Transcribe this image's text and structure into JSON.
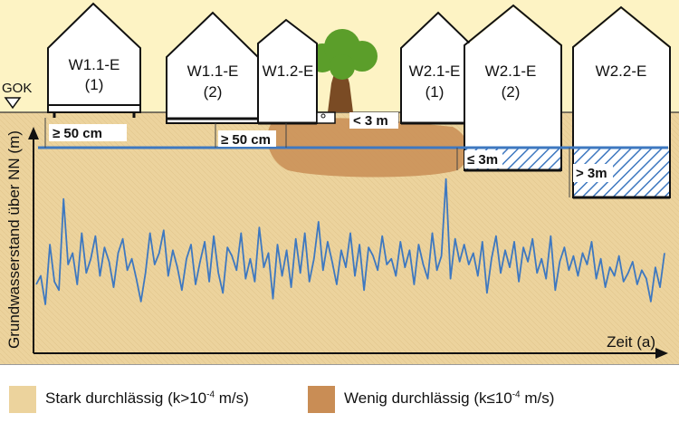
{
  "labels": {
    "gok": "GOK",
    "y_axis": "Grundwasserstand über NN (m)",
    "x_axis": "Zeit (a)"
  },
  "buildings": [
    {
      "line1": "W1.1-E",
      "line2": "(1)"
    },
    {
      "line1": "W1.1-E",
      "line2": "(2)"
    },
    {
      "line1": "W1.2-E",
      "line2": ""
    },
    {
      "line1": "W2.1-E",
      "line2": "(1)"
    },
    {
      "line1": "W2.1-E",
      "line2": "(2)"
    },
    {
      "line1": "W2.2-E",
      "line2": ""
    }
  ],
  "dimensions": {
    "d1": "≥ 50 cm",
    "d2": "≥ 50 cm",
    "d3": "< 3 m",
    "d4": "≤ 3m",
    "d5": "> 3m"
  },
  "legend": {
    "high": {
      "text": "Stark durchlässig (k>10",
      "exp": "-4",
      "unit": " m/s)"
    },
    "low": {
      "text": "Wenig durchlässig (k≤10",
      "exp": "-4",
      "unit": " m/s)"
    }
  },
  "colors": {
    "sky": "#fdf3c4",
    "sand": "#ecd39d",
    "clay": "#c98d55",
    "water_line": "#3e78c0",
    "groundwater_series": "#3e78c0"
  },
  "chart_data": {
    "type": "line",
    "series": [
      {
        "values": [
          2.1,
          2.4,
          1.4,
          3.5,
          2.2,
          1.9,
          5.1,
          2.8,
          3.2,
          2.1,
          3.9,
          2.5,
          3.0,
          3.8,
          2.4,
          3.4,
          2.9,
          2.0,
          3.2,
          3.7,
          2.6,
          3.0,
          2.3,
          1.5,
          2.5,
          3.9,
          2.8,
          3.2,
          4.0,
          2.4,
          3.3,
          2.7,
          1.9,
          3.0,
          3.5,
          2.1,
          2.9,
          3.6,
          2.2,
          3.8,
          2.5,
          1.8,
          3.4,
          3.1,
          2.6,
          3.9,
          2.3,
          3.0,
          2.2,
          4.1,
          2.7,
          3.2,
          1.6,
          3.5,
          2.4,
          3.3,
          2.0,
          3.7,
          2.5,
          3.9,
          2.2,
          3.0,
          4.3,
          2.6,
          3.6,
          2.9,
          2.1,
          3.3,
          2.7,
          3.9,
          2.4,
          3.5,
          1.9,
          3.4,
          3.1,
          2.6,
          3.8,
          2.8,
          3.0,
          2.4,
          3.6,
          2.7,
          3.3,
          2.1,
          3.5,
          2.8,
          2.3,
          3.9,
          2.6,
          3.1,
          5.8,
          2.3,
          3.7,
          2.9,
          3.5,
          2.8,
          3.2,
          2.4,
          3.6,
          1.8,
          3.0,
          3.8,
          2.5,
          3.3,
          2.7,
          3.6,
          2.2,
          3.4,
          2.9,
          3.7,
          2.5,
          3.0,
          2.3,
          3.8,
          1.9,
          2.9,
          3.4,
          2.6,
          3.1,
          2.4,
          3.2,
          2.8,
          3.6,
          2.3,
          3.0,
          2.0,
          2.7,
          2.4,
          3.1,
          2.2,
          2.5,
          2.9,
          2.1,
          2.6,
          2.3,
          1.5,
          2.7,
          2.0,
          3.2
        ]
      }
    ]
  }
}
